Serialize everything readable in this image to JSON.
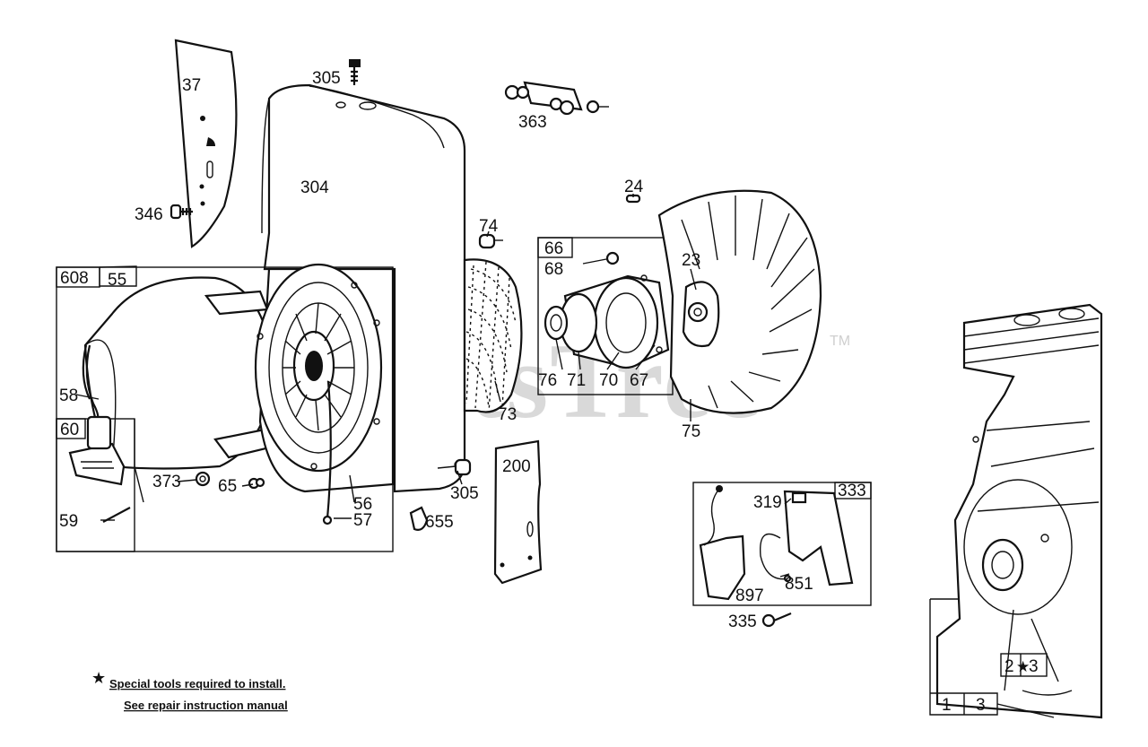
{
  "watermark": "PartsTree",
  "watermark_tm": "TM",
  "parts": {
    "p37": "37",
    "p305a": "305",
    "p305b": "305",
    "p363": "363",
    "p304": "304",
    "p346": "346",
    "p74": "74",
    "p24": "24",
    "p66": "66",
    "p68": "68",
    "p23": "23",
    "p608": "608",
    "p55": "55",
    "p58": "58",
    "p60": "60",
    "p59": "59",
    "p373": "373",
    "p65": "65",
    "p56": "56",
    "p57": "57",
    "p655": "655",
    "p200": "200",
    "p76": "76",
    "p71": "71",
    "p70": "70",
    "p67": "67",
    "p73": "73",
    "p75": "75",
    "p319": "319",
    "p333": "333",
    "p851": "851",
    "p897": "897",
    "p335": "335",
    "p2": "2",
    "p3a": "3",
    "p1": "1",
    "p3b": "3"
  },
  "notes": {
    "line1": "Special tools required to install.",
    "line2": "See repair instruction manual"
  }
}
